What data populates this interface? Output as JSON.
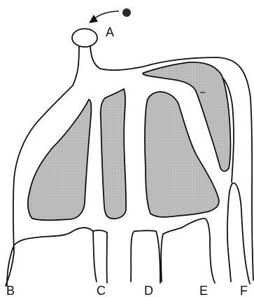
{
  "labels": {
    "a": "A",
    "b": "B",
    "c": "C",
    "d": "D",
    "e": "E",
    "f": "F"
  },
  "colors": {
    "stroke": "#111111",
    "blocks_fill": "#bdbdbd",
    "paper": "#ffffff",
    "ball": "#2a2a2a"
  }
}
